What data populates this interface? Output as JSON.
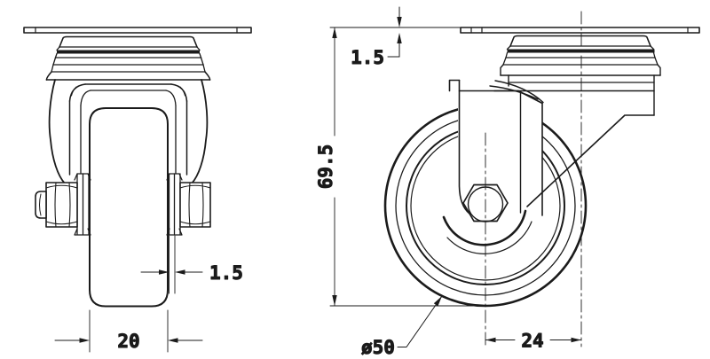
{
  "drawing": {
    "background": "#ffffff",
    "line_color": "#1b1b1b",
    "dimensions": {
      "front": {
        "tread_width": "20",
        "fork_plate_thickness": "1.5"
      },
      "side": {
        "overall_height": "69.5",
        "top_plate_thickness": "1.5",
        "wheel_diameter": "ø50",
        "swivel_offset": "24"
      }
    }
  }
}
